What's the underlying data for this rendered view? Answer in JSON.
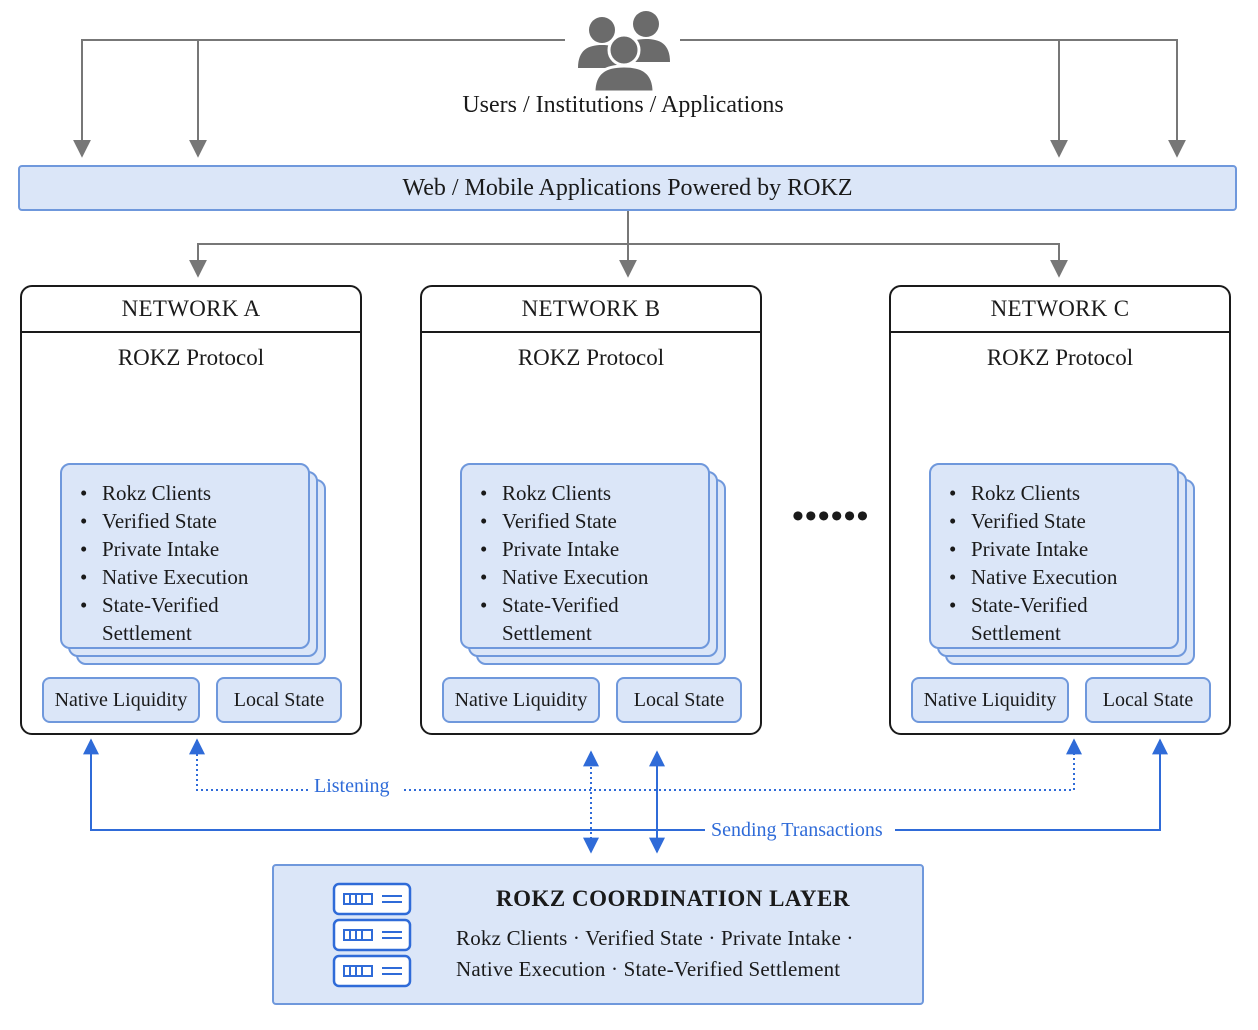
{
  "users": {
    "label": "Users / Institutions / Applications",
    "icon": "users-group-icon"
  },
  "app_layer": {
    "label": "Web / Mobile Applications Powered by ROKZ"
  },
  "networks": [
    {
      "title": "NETWORK A",
      "protocol": "ROKZ Protocol",
      "features": [
        "Rokz Clients",
        "Verified State",
        "Private Intake",
        "Native Execution",
        "State-Verified Settlement"
      ],
      "liquidity": "Native Liquidity",
      "state": "Local State"
    },
    {
      "title": "NETWORK B",
      "protocol": "ROKZ Protocol",
      "features": [
        "Rokz Clients",
        "Verified State",
        "Private Intake",
        "Native Execution",
        "State-Verified Settlement"
      ],
      "liquidity": "Native Liquidity",
      "state": "Local State"
    },
    {
      "title": "NETWORK C",
      "protocol": "ROKZ Protocol",
      "features": [
        "Rokz Clients",
        "Verified State",
        "Private Intake",
        "Native Execution",
        "State-Verified Settlement"
      ],
      "liquidity": "Native Liquidity",
      "state": "Local State"
    }
  ],
  "ellipsis": "••••••",
  "flows": {
    "listening": "Listening",
    "sending": "Sending Transactions"
  },
  "coordination": {
    "title": "ROKZ COORDINATION LAYER",
    "line1": "Rokz Clients · Verified State · Private Intake ·",
    "line2": "Native Execution · State-Verified Settlement",
    "icon": "server-stack-icon"
  },
  "colors": {
    "accent_blue": "#2f6bd8",
    "box_fill": "#dbe6f8",
    "box_border": "#6f98dc",
    "arrow_gray": "#777777",
    "frame": "#1a1a1a"
  }
}
